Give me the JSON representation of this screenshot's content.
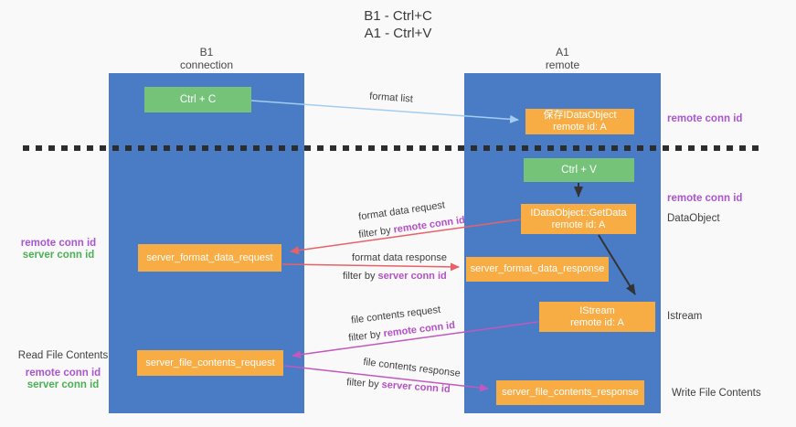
{
  "title": {
    "line1": "B1 - Ctrl+C",
    "line2": "A1 - Ctrl+V"
  },
  "lanes": {
    "left": {
      "name": "B1",
      "role": "connection"
    },
    "right": {
      "name": "A1",
      "role": "remote"
    }
  },
  "nodes": {
    "ctrl_c": {
      "label": "Ctrl + C"
    },
    "save_idataobject": {
      "line1": "保存IDataObject",
      "line2": "remote id: A"
    },
    "ctrl_v": {
      "label": "Ctrl + V"
    },
    "getdata": {
      "line1": "IDataObject::GetData",
      "line2": "remote id: A"
    },
    "server_format_data_request": {
      "label": "server_format_data_request"
    },
    "server_format_data_response": {
      "label": "server_format_data_response"
    },
    "istream": {
      "line1": "IStream",
      "line2": "remote id: A"
    },
    "server_file_contents_request": {
      "label": "server_file_contents_request"
    },
    "server_file_contents_response": {
      "label": "server_file_contents_response"
    }
  },
  "labels": {
    "format_list": "format list",
    "format_data_request": "format data request",
    "format_data_response": "format data response",
    "file_contents_request": "file contents request",
    "file_contents_response": "file contents response",
    "filter_by": "filter by",
    "remote_conn_id": "remote conn id",
    "server_conn_id": "server conn id",
    "read_file_contents": "Read File Contents",
    "write_file_contents": "Write File Contents",
    "dataobject": "DataObject",
    "istream": "Istream"
  },
  "colors": {
    "lane_blue": "#4A7CC6",
    "node_orange": "#F8AC44",
    "node_green": "#75C379",
    "arrow_black": "#333333",
    "arrow_red": "#E86168",
    "arrow_magenta": "#C257BF",
    "arrow_lightblue": "#A3CCEE",
    "text_purple": "#AA55CE",
    "text_green": "#4DAF54",
    "dashed_line": "#2D2D2D"
  }
}
